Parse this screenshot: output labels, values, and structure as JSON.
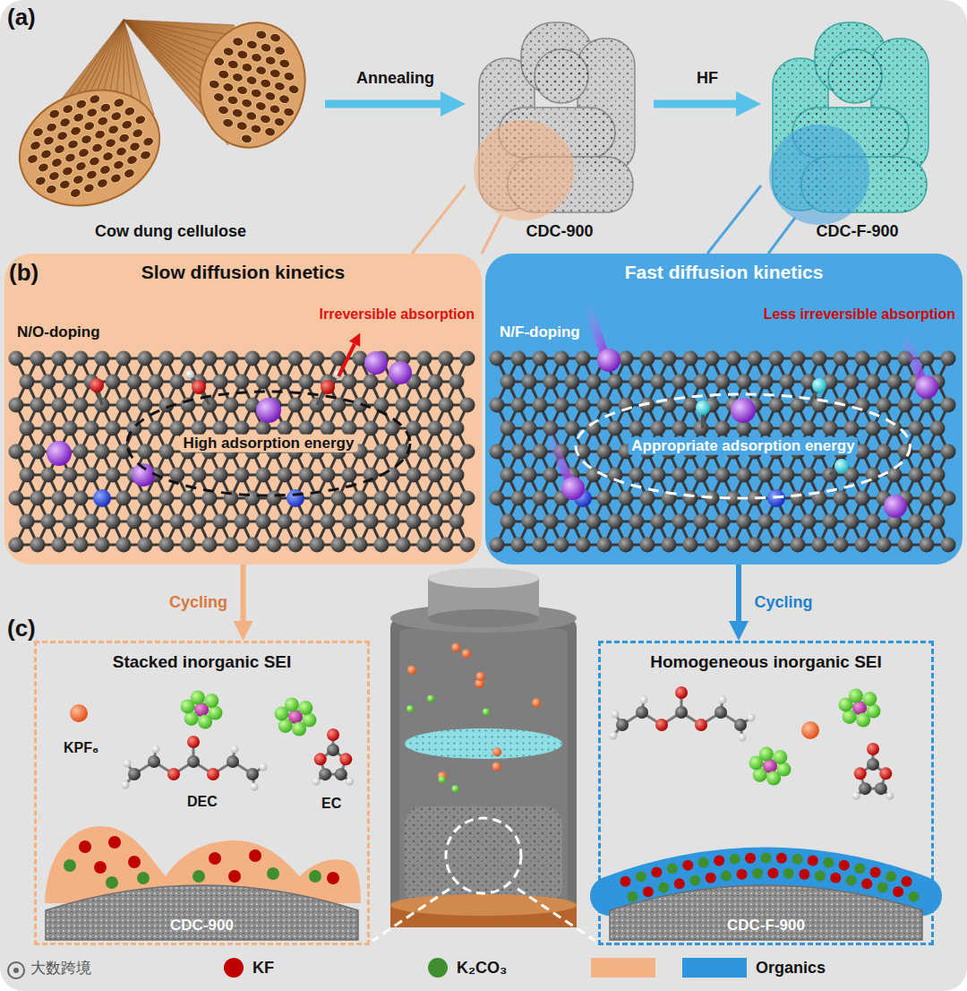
{
  "diagram": {
    "nodes": [
      {
        "text": [
          "Cow dung cellulose"
        ]
      },
      {
        "text": [
          "CDC-900"
        ]
      },
      {
        "text": [
          "CDC-F-900"
        ]
      },
      {
        "text": [
          "Slow diffusion kinetics",
          "N/O-doping",
          "Irreversible absorption"
        ]
      },
      {
        "text": [
          "High adsorption energy"
        ],
        "in": 3
      },
      {
        "text": [
          "Fast diffusion kinetics",
          "N/F-doping",
          "Less irreversible absorption"
        ]
      },
      {
        "text": [
          "Appropriate adsorption energy"
        ],
        "in": 5
      },
      {
        "text": [
          "Stacked inorganic SEI",
          "KPF₆",
          "DEC",
          "EC"
        ]
      },
      {
        "text": [
          "CDC-900"
        ],
        "in": 7
      },
      {
        "text": [
          "Homogeneous inorganic SEI"
        ]
      },
      {
        "text": [
          "CDC-F-900"
        ],
        "in": 9
      }
    ],
    "edges": [
      {
        "from": 0,
        "to": 1,
        "arrow": "to",
        "label": "Annealing"
      },
      {
        "from": 1,
        "to": 2,
        "arrow": "to",
        "label": "HF"
      },
      {
        "from": 1,
        "to": 3,
        "arrow": "none"
      },
      {
        "from": 2,
        "to": 5,
        "arrow": "none"
      },
      {
        "from": 3,
        "to": 7,
        "arrow": "to",
        "label": "Cycling"
      },
      {
        "from": 5,
        "to": 9,
        "arrow": "to",
        "label": "Cycling"
      }
    ],
    "labels": [
      "(a)",
      "(b)",
      "(c)",
      "大数跨境"
    ],
    "legend": [
      {
        "text": "KF",
        "color": "#c00000"
      },
      {
        "text": "K₂CO₃",
        "color": "#3f8f2f"
      },
      {
        "text": "Organics",
        "color": "#f4b183"
      }
    ]
  }
}
